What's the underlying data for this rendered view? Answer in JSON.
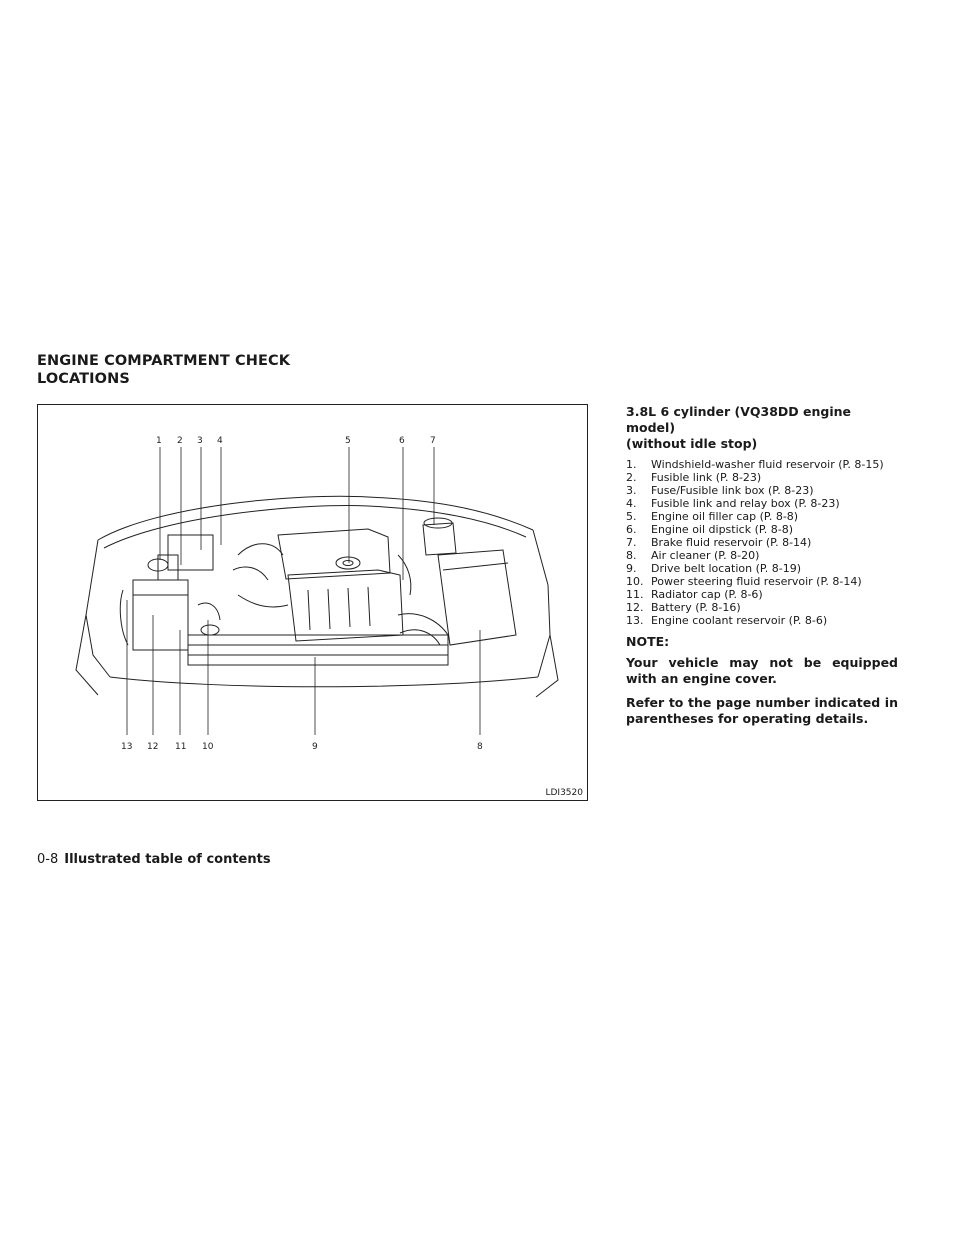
{
  "heading": {
    "line1": "ENGINE COMPARTMENT CHECK",
    "line2": "LOCATIONS"
  },
  "figure": {
    "code": "LDI3520",
    "callouts_top": [
      "1",
      "2",
      "3",
      "4",
      "5",
      "6",
      "7"
    ],
    "callouts_bottom": [
      "13",
      "12",
      "11",
      "10",
      "9",
      "8"
    ]
  },
  "content": {
    "subheading_line1": "3.8L 6 cylinder (VQ38DD engine model)",
    "subheading_line2": "(without idle stop)",
    "items": [
      {
        "num": "1.",
        "text": "Windshield-washer fluid reservoir (P. 8-15)"
      },
      {
        "num": "2.",
        "text": "Fusible link (P. 8-23)"
      },
      {
        "num": "3.",
        "text": "Fuse/Fusible link box (P. 8-23)"
      },
      {
        "num": "4.",
        "text": "Fusible link and relay box (P. 8-23)"
      },
      {
        "num": "5.",
        "text": "Engine oil filler cap (P. 8-8)"
      },
      {
        "num": "6.",
        "text": "Engine oil dipstick (P. 8-8)"
      },
      {
        "num": "7.",
        "text": "Brake fluid reservoir (P. 8-14)"
      },
      {
        "num": "8.",
        "text": "Air cleaner (P. 8-20)"
      },
      {
        "num": "9.",
        "text": "Drive belt location (P. 8-19)"
      },
      {
        "num": "10.",
        "text": "Power steering fluid reservoir (P. 8-14)"
      },
      {
        "num": "11.",
        "text": "Radiator cap (P. 8-6)"
      },
      {
        "num": "12.",
        "text": "Battery (P. 8-16)"
      },
      {
        "num": "13.",
        "text": "Engine coolant reservoir (P. 8-6)"
      }
    ],
    "note_title": "NOTE:",
    "note_1": "Your vehicle may not be equipped with an engine cover.",
    "note_2": "Refer to the page number indicated in parentheses for operating details."
  },
  "footer": {
    "page_number": "0-8",
    "section_title": "Illustrated table of contents"
  }
}
